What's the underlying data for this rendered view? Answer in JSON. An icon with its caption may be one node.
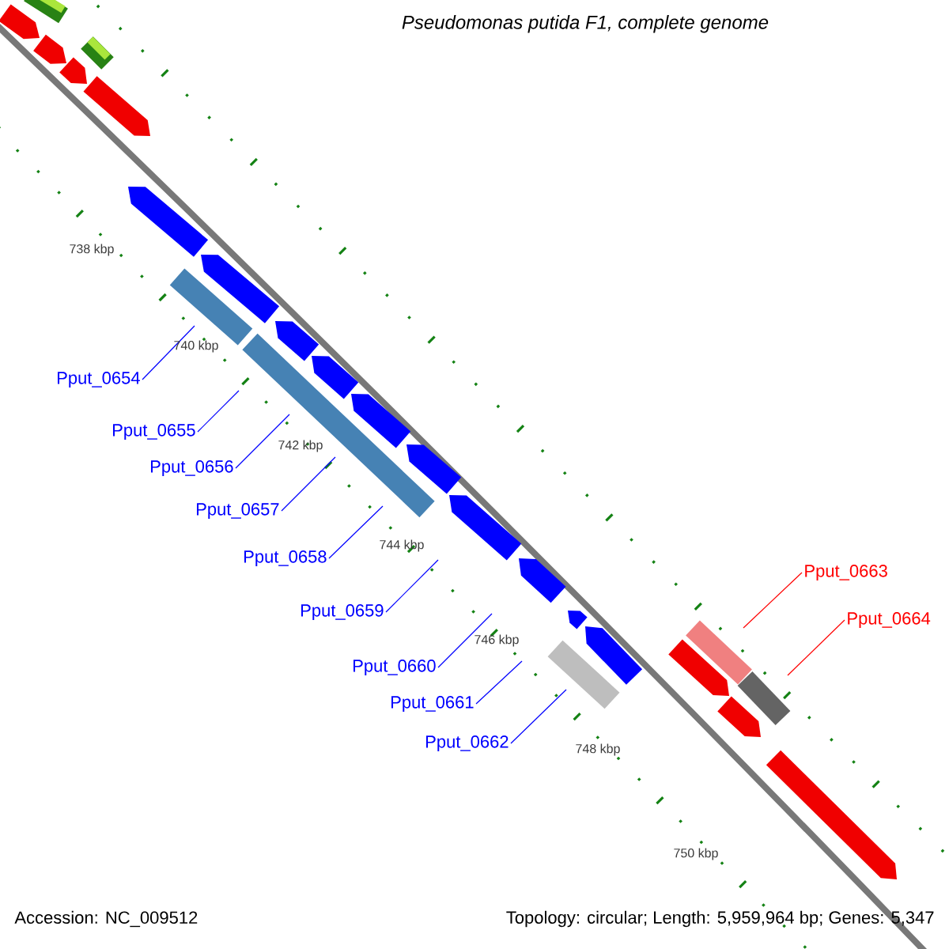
{
  "diagram": {
    "title": "Pseudomonas putida F1, complete genome",
    "nodes": [
      {
        "text": [
          "Pput_0654"
        ]
      },
      {
        "text": [
          "Pput_0655"
        ]
      },
      {
        "text": [
          "Pput_0656"
        ]
      },
      {
        "text": [
          "Pput_0657"
        ]
      },
      {
        "text": [
          "Pput_0658"
        ]
      },
      {
        "text": [
          "Pput_0659"
        ]
      },
      {
        "text": [
          "Pput_0660"
        ]
      },
      {
        "text": [
          "Pput_0661"
        ]
      },
      {
        "text": [
          "Pput_0662"
        ]
      },
      {
        "text": [
          "Pput_0663"
        ]
      },
      {
        "text": [
          "Pput_0664"
        ]
      }
    ],
    "edges": [
      {
        "from": 0,
        "to": null,
        "arrow": "none"
      },
      {
        "from": 1,
        "to": null,
        "arrow": "none"
      },
      {
        "from": 2,
        "to": null,
        "arrow": "none"
      },
      {
        "from": 3,
        "to": null,
        "arrow": "none"
      },
      {
        "from": 4,
        "to": null,
        "arrow": "none"
      },
      {
        "from": 5,
        "to": null,
        "arrow": "none"
      },
      {
        "from": 6,
        "to": null,
        "arrow": "none"
      },
      {
        "from": 7,
        "to": null,
        "arrow": "none"
      },
      {
        "from": 8,
        "to": null,
        "arrow": "none"
      },
      {
        "from": 9,
        "to": null,
        "arrow": "none",
        "color": "#ff0000"
      },
      {
        "from": 10,
        "to": null,
        "arrow": "none",
        "color": "#ff0000"
      }
    ],
    "labels": [
      "738 kbp",
      "740 kbp",
      "742 kbp",
      "744 kbp",
      "746 kbp",
      "748 kbp",
      "750 kbp",
      "Accession: NC_009512",
      "Topology: circular; Length: 5,959,964 bp; Genes: 5,347"
    ]
  }
}
